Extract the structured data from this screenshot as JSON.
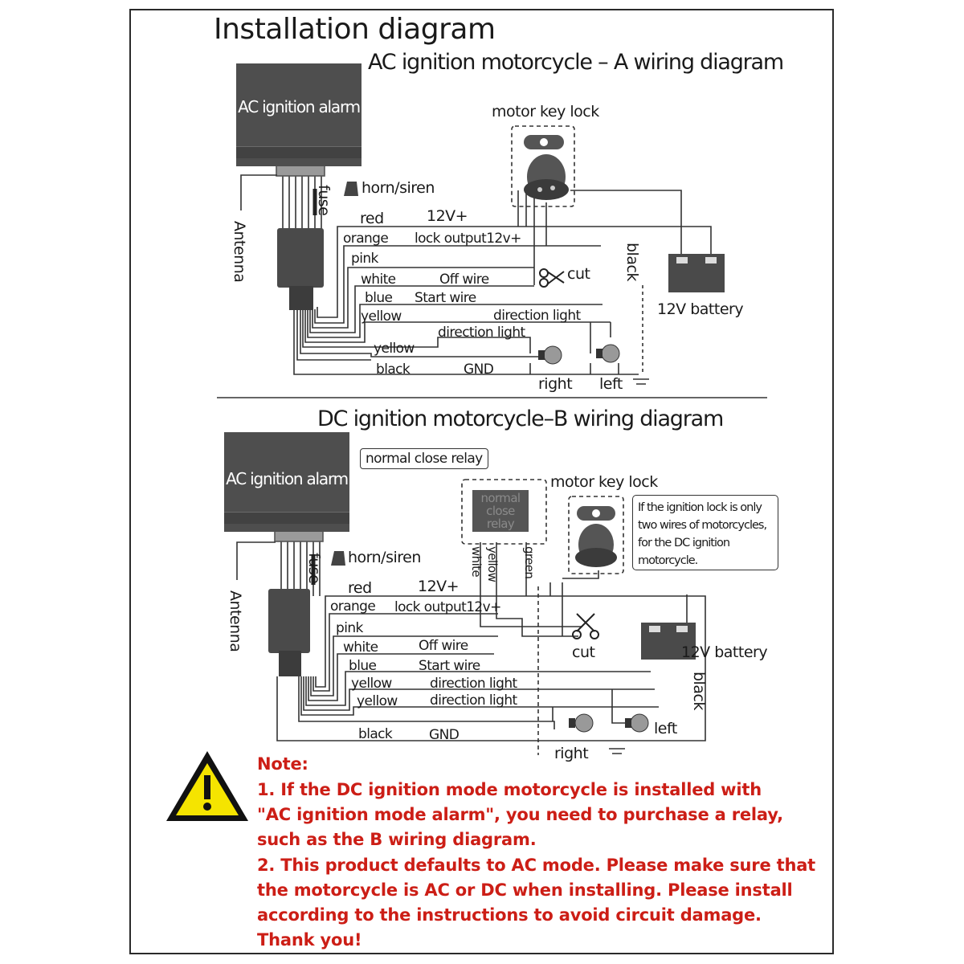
{
  "title": "Installation diagram",
  "diagram_a": {
    "title": "AC ignition motorcycle – A wiring diagram",
    "alarm_label": "AC ignition alarm",
    "fuse": "fuse",
    "horn": "horn/siren",
    "antenna": "Antenna",
    "key_lock": "motor key lock",
    "battery": "12V battery",
    "black_vertical": "black",
    "cut": "cut",
    "wires": {
      "red": "red",
      "v12": "12V+",
      "orange": "orange",
      "lock_output": "lock output12v+",
      "pink": "pink",
      "white": "white",
      "off_wire": "Off wire",
      "blue": "blue",
      "start_wire": "Start wire",
      "yellow": "yellow",
      "direction_light_1": "direction light",
      "direction_light_2": "direction light",
      "yellow2": "yellow",
      "black": "black",
      "gnd": "GND"
    },
    "right": "right",
    "left": "left"
  },
  "diagram_b": {
    "title": "DC ignition motorcycle–B wiring diagram",
    "alarm_label": "AC ignition alarm",
    "relay_callout": "normal close relay",
    "relay_box": "normal close relay",
    "relay_wires": {
      "white": "white",
      "yellow": "yellow",
      "green": "green"
    },
    "key_lock": "motor key lock",
    "info_box_lines": [
      "If the ignition lock is only",
      "two wires of motorcycles,",
      "for the DC ignition",
      "motorcycle."
    ],
    "horn": "horn/siren",
    "fuse": "fuse",
    "antenna": "Antenna",
    "battery": "12V battery",
    "black_vertical": "black",
    "cut": "cut",
    "wires": {
      "red": "red",
      "v12": "12V+",
      "orange": "orange",
      "lock_output": "lock output12v+",
      "pink": "pink",
      "white": "white",
      "off_wire": "Off wire",
      "blue": "blue",
      "start_wire": "Start wire",
      "yellow": "yellow",
      "direction_light_1": "direction light",
      "yellow2": "yellow",
      "direction_light_2": "direction light",
      "black": "black",
      "gnd": "GND"
    },
    "right": "right",
    "left": "left"
  },
  "note": {
    "heading": "Note:",
    "lines": [
      "1. If the DC ignition mode motorcycle is installed with",
      "\"AC ignition mode alarm\", you need to purchase a relay,",
      "such as the B wiring diagram.",
      "2. This product defaults to AC mode. Please make sure that",
      " the motorcycle is AC or DC when installing. Please install",
      "according to the instructions to avoid circuit damage.",
      "Thank you!"
    ]
  },
  "colors": {
    "note_red": "#cc1e16",
    "warning_yellow": "#f5e400",
    "module_gray": "#4e4e4e"
  }
}
